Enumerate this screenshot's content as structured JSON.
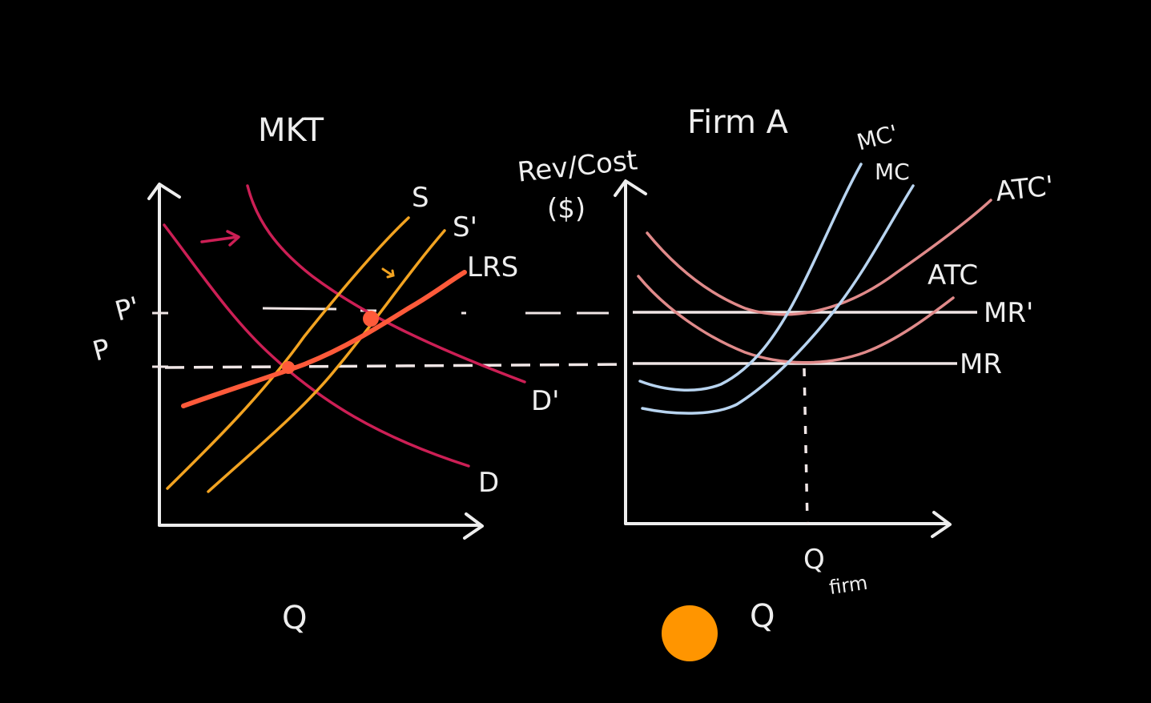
{
  "colors": {
    "background": "#000000",
    "axis": "#eeeeee",
    "demand": "#cc1f55",
    "supply": "#f2a321",
    "long_run_supply": "#ff5a3a",
    "atc": "#e08a8a",
    "mc": "#b8d4f0",
    "price_line": "#f0e6e6",
    "firm_label": "#b8d4f0",
    "pointer": "#ff9500"
  },
  "market": {
    "title": "MKT",
    "y_label_p": "P",
    "y_label_p_prime": "P'",
    "x_label": "Q",
    "curve_labels": {
      "supply": "S",
      "supply_shifted": "S'",
      "long_run_supply": "LRS",
      "demand": "D",
      "demand_shifted": "D'"
    }
  },
  "firm": {
    "title": "Firm A",
    "y_label_line1": "Rev/Cost",
    "y_label_line2": "($)",
    "x_label": "Q",
    "q_firm_main": "Q",
    "q_firm_sub": "firm",
    "curve_labels": {
      "mc": "MC",
      "mc_shifted": "MC'",
      "atc": "ATC",
      "atc_shifted": "ATC'",
      "mr": "MR",
      "mr_shifted": "MR'"
    }
  }
}
